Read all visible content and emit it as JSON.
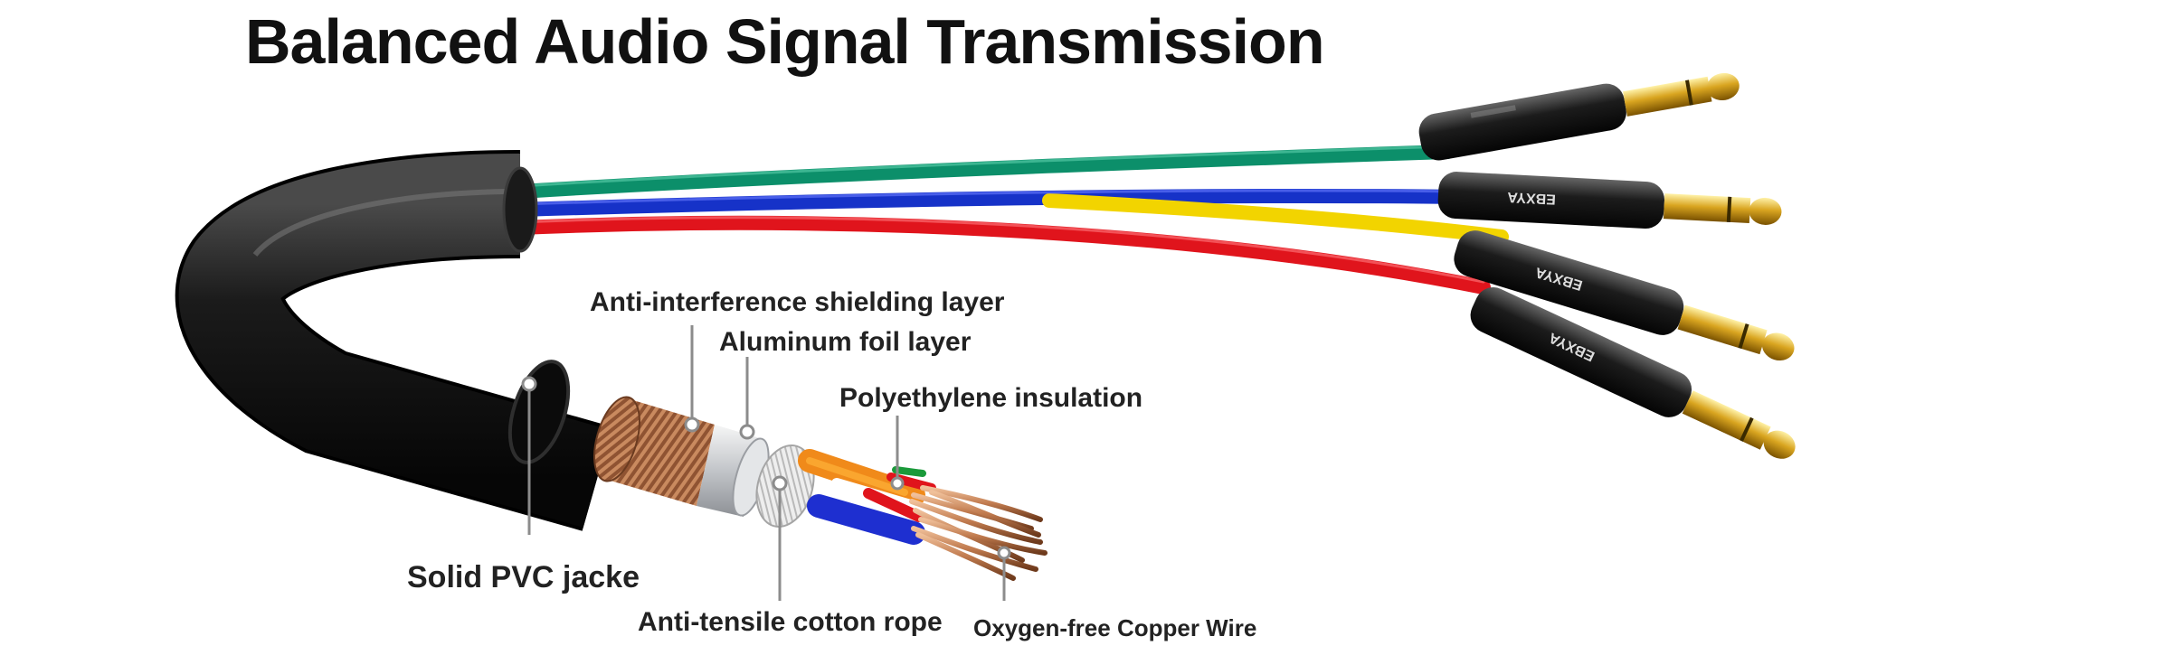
{
  "title": "Balanced Audio Signal Transmission",
  "brand_label": "EBXYA",
  "callouts": {
    "shielding": "Anti-interference shielding layer",
    "foil": "Aluminum foil layer",
    "insulation": "Polyethylene insulation",
    "jacket": "Solid PVC jacke",
    "rope": "Anti-tensile cotton rope",
    "copper": "Oxygen-free Copper Wire"
  },
  "wire_colors": {
    "green": "#0c8f6a",
    "blue": "#1632c8",
    "yellow": "#f2d400",
    "red": "#e0141c"
  },
  "colors": {
    "jacket": "#141414",
    "copper": "#c9825a",
    "gold": "#d9a520",
    "foil": "#d7d9dc",
    "leader_line": "#8c8c8c"
  },
  "connector_count": 4
}
